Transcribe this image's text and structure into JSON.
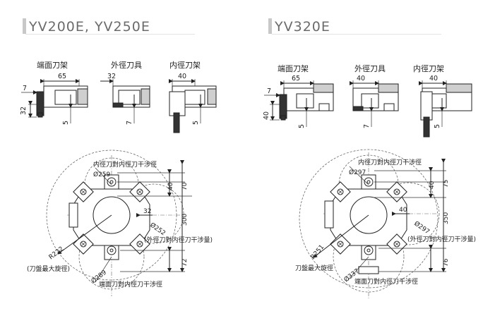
{
  "left": {
    "title": "YV200E, YV250E",
    "holders": {
      "end_face": {
        "label": "端面刀架",
        "dims": [
          "65",
          "7",
          "32",
          "5"
        ]
      },
      "od": {
        "label": "外徑刀具",
        "dims": [
          "32",
          "7"
        ]
      },
      "id": {
        "label": "内徑刀架",
        "dims": [
          "40",
          "5"
        ]
      }
    },
    "turret": {
      "id_interference": "内徑刀對内徑刀干涉徑",
      "id_dia": "Ø259",
      "dim_40": "40",
      "dim_70": "70",
      "dim_300": "300",
      "dim_32": "32",
      "od_dia": "Ø252",
      "od_interference": "(外徑刀對内徑刀干涉量)",
      "radius": "R222",
      "max_swing": "(刀盤最大旋徑)",
      "dim_72": "72",
      "end_dia": "Ø289",
      "end_interference": "端面刀對内徑刀干涉徑"
    }
  },
  "right": {
    "title": "YV320E",
    "holders": {
      "end_face": {
        "label": "端面刀架",
        "dims": [
          "65",
          "7",
          "40",
          "5"
        ]
      },
      "od": {
        "label": "外徑刀具",
        "dims": [
          "40",
          "7"
        ]
      },
      "id": {
        "label": "内徑刀架",
        "dims": [
          "40",
          "5"
        ]
      }
    },
    "turret": {
      "id_interference": "内徑刀對内徑刀干涉徑",
      "id_dia": "Ø297",
      "dim_40": "40",
      "dim_75": "75",
      "dim_350": "350",
      "dim_40b": "40",
      "od_dia": "Ø297",
      "od_interference": "(外徑刀對内徑刀干涉量)",
      "radius": "R251",
      "max_swing": "刀盤最大旋徑",
      "dim_76": "76",
      "end_dia": "Ø337",
      "end_interference": "端面刀對内徑刀干涉徑"
    }
  },
  "colors": {
    "title": "#6b6b6b",
    "line": "#222222",
    "accent_bar": "#c8c8c8"
  }
}
